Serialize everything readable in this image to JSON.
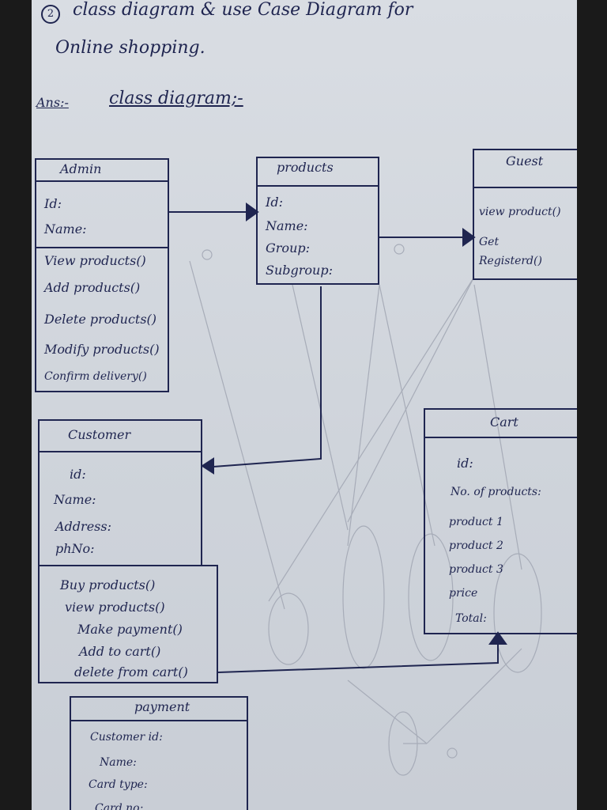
{
  "header": {
    "question_number": "2",
    "title_line1": "class diagram & use Case Diagram for",
    "title_line2": "Online shopping.",
    "answer_prefix": "Ans:-",
    "answer_title": "class diagram;-"
  },
  "classes": {
    "admin": {
      "name": "Admin",
      "attributes": [
        "Id:",
        "Name:"
      ],
      "methods": [
        "View products()",
        "Add products()",
        "Delete products()",
        "Modify products()",
        "Confirm delivery()"
      ]
    },
    "products": {
      "name": "products",
      "attributes": [
        "Id:",
        "Name:",
        "Group:",
        "Subgroup:"
      ]
    },
    "guest": {
      "name": "Guest",
      "methods": [
        "view product()",
        "Get",
        "Registerd()"
      ]
    },
    "customer": {
      "name": "Customer",
      "attributes": [
        "id:",
        "Name:",
        "Address:",
        "phNo:"
      ],
      "methods": [
        "Buy products()",
        "view products()",
        "Make payment()",
        "Add to cart()",
        "delete from cart()"
      ]
    },
    "cart": {
      "name": "Cart",
      "attributes": [
        "id:",
        "No. of products:",
        "product 1",
        "product 2",
        "product 3",
        "price",
        "Total:"
      ]
    },
    "payment": {
      "name": "payment",
      "attributes": [
        "Customer id:",
        "Name:",
        "Card type:",
        "Card no:"
      ]
    }
  }
}
